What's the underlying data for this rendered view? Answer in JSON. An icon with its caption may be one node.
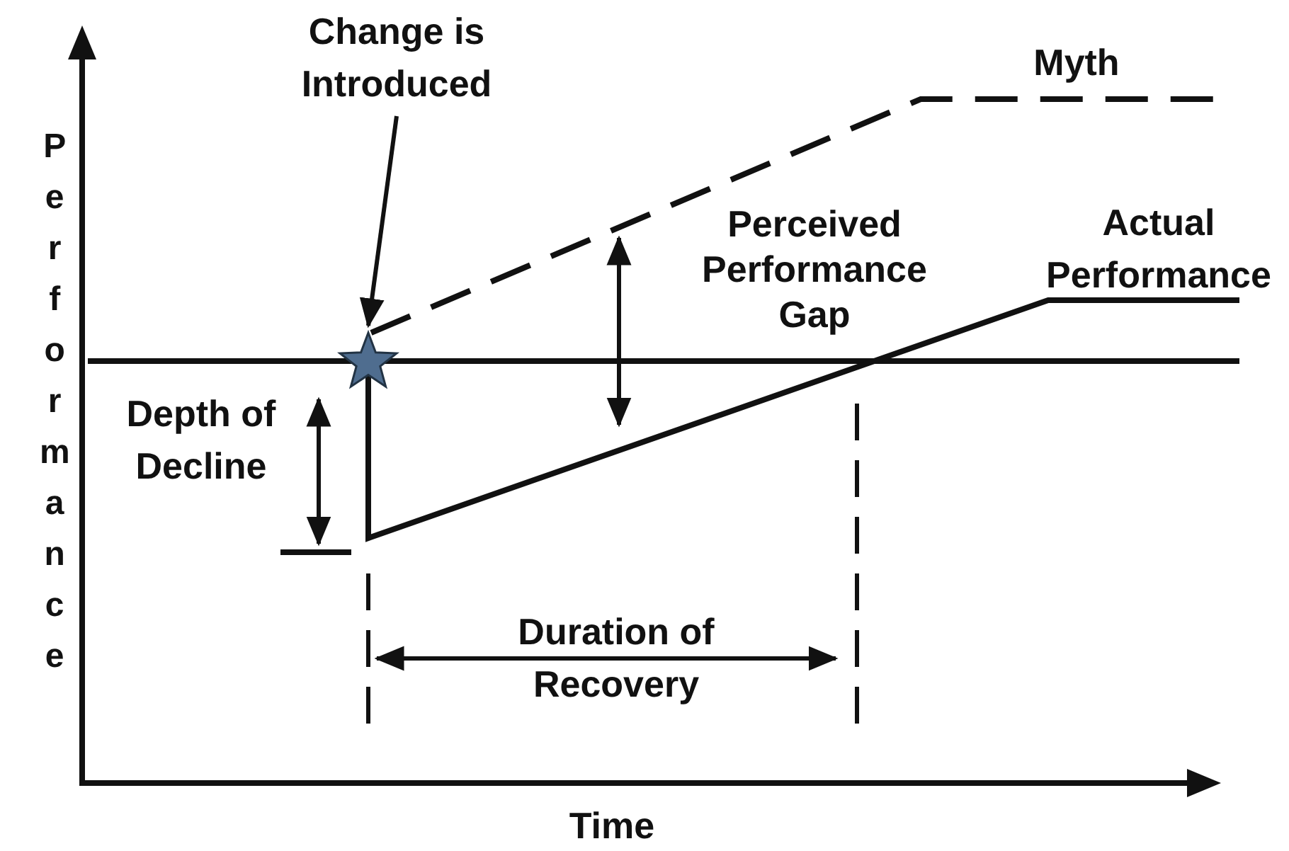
{
  "diagram": {
    "nodes": [
      {
        "text": [
          "Change is Introduced"
        ]
      },
      {
        "text": [],
        "shape": "star"
      }
    ],
    "edges": [
      {
        "from": 0,
        "to": 1,
        "arrow": "to"
      }
    ],
    "labels": [
      "Myth",
      "Perceived Performance Gap",
      "Actual Performance",
      "Performance",
      "Depth of Decline",
      "Duration of Recovery",
      "Time"
    ]
  }
}
